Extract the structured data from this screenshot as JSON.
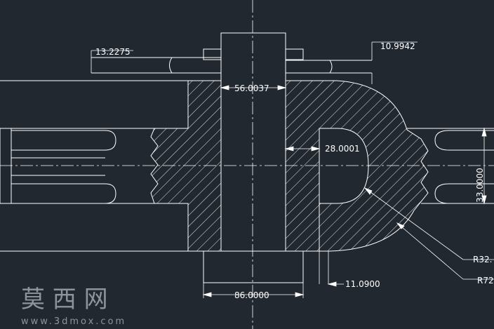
{
  "drawing": {
    "background_color": "#212830",
    "line_color": "#ffffff",
    "dimensions": {
      "left_offset": "13.2275",
      "right_offset": "10.9942",
      "bore_width": "56.0037",
      "inner_width": "28.0001",
      "height": "33.0000",
      "base_width": "86.0000",
      "small_offset": "11.0900",
      "radius_small": "R32.",
      "radius_large": "R72"
    }
  },
  "watermark": {
    "chinese": "莫 西 网",
    "url": "www.3dmox.com"
  }
}
